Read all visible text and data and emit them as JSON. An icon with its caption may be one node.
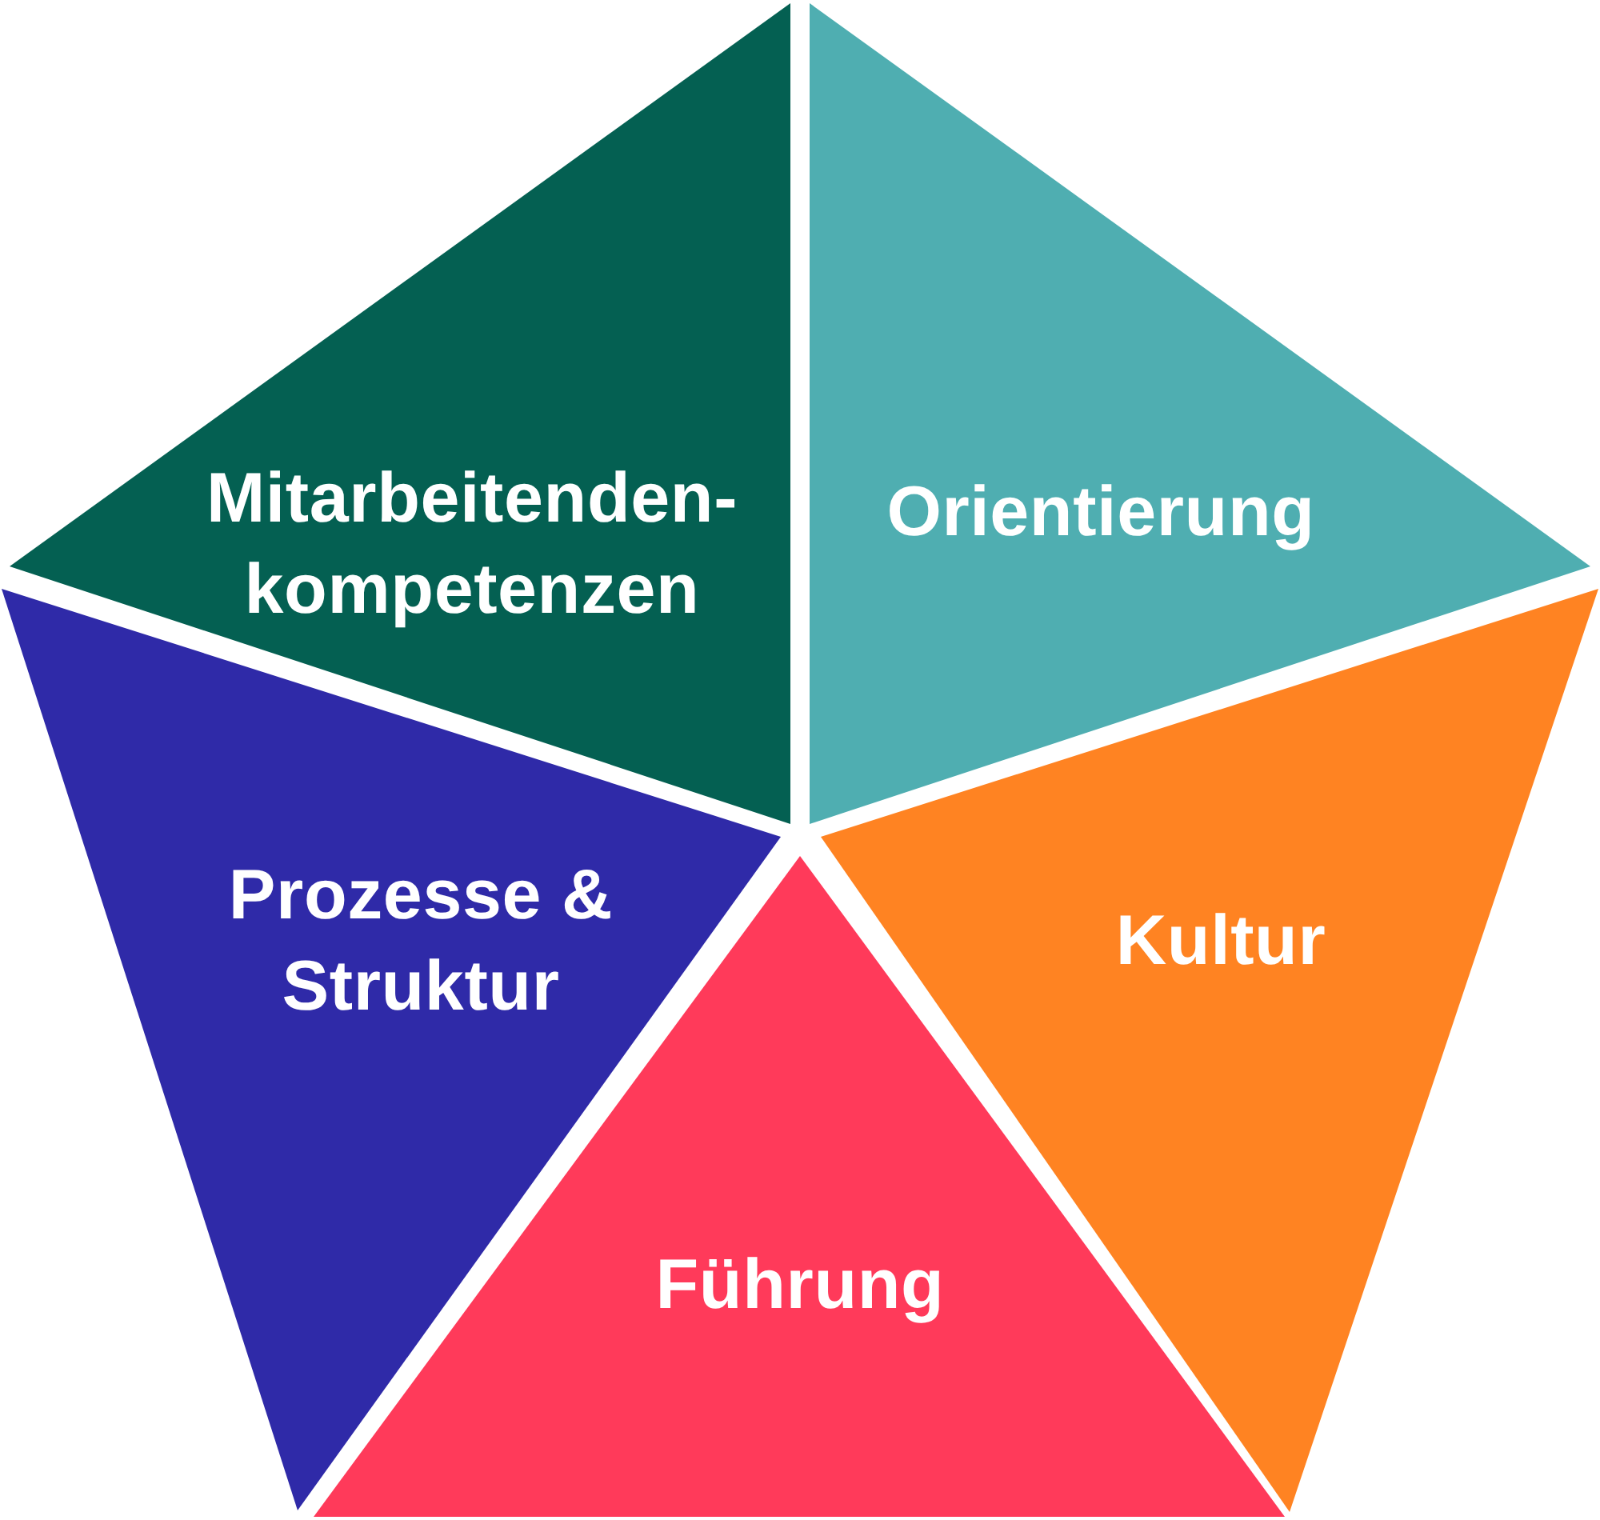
{
  "diagram": {
    "nodes": [
      {
        "text": [
          "Mitarbeitenden- kompetenzen"
        ]
      },
      {
        "text": [
          "Orientierung"
        ]
      },
      {
        "text": [
          "Prozesse & Struktur"
        ]
      },
      {
        "text": [
          "Kultur"
        ]
      },
      {
        "text": [
          "Führung"
        ]
      }
    ]
  }
}
